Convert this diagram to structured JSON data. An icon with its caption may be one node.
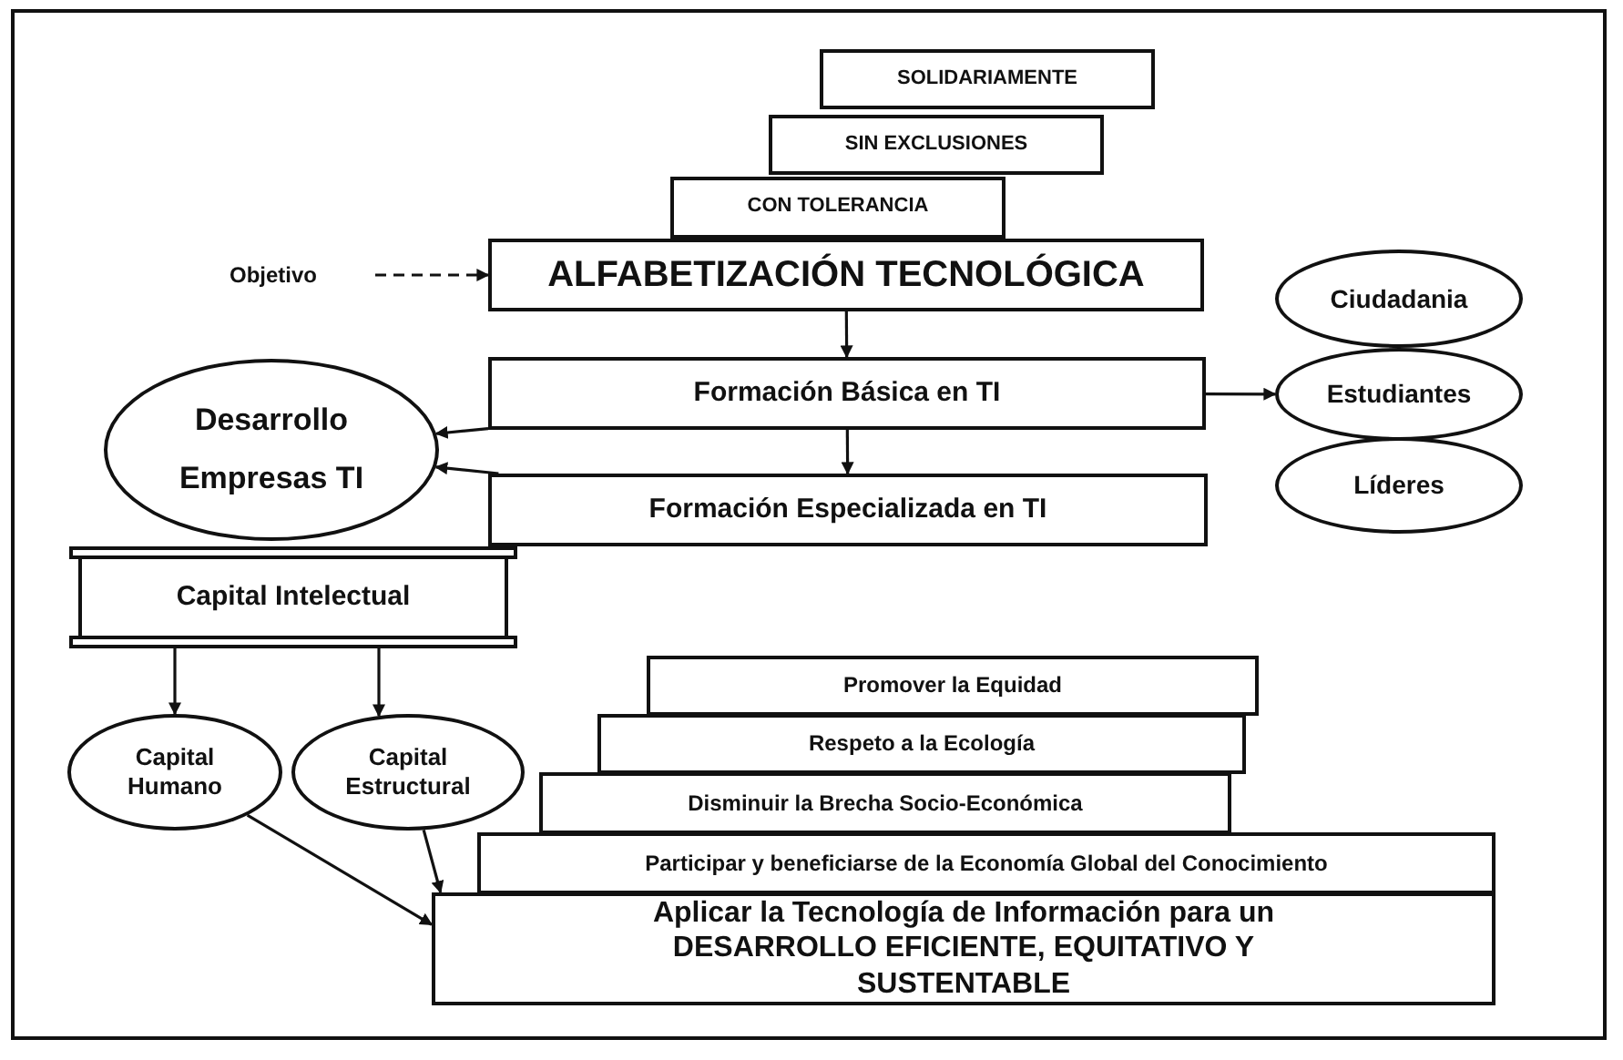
{
  "diagram": {
    "nodes": [
      {
        "text": [
          "SOLIDARIAMENTE"
        ]
      },
      {
        "text": [
          "SIN EXCLUSIONES"
        ]
      },
      {
        "text": [
          "CON TOLERANCIA"
        ]
      },
      {
        "text": [
          "Objetivo"
        ]
      },
      {
        "text": [
          "ALFABETIZACIÓN TECNOLÓGICA"
        ]
      },
      {
        "text": [
          "Ciudadania"
        ]
      },
      {
        "text": [
          "Formación Básica en TI"
        ]
      },
      {
        "text": [
          "Desarrollo Empresas TI"
        ]
      },
      {
        "text": [
          "Estudiantes"
        ]
      },
      {
        "text": [
          "Formación Especializada en TI"
        ]
      },
      {
        "text": [
          "Líderes"
        ]
      },
      {
        "text": [
          "Capital Intelectual"
        ]
      },
      {
        "text": [
          "Capital Humano"
        ]
      },
      {
        "text": [
          "Capital Estructural"
        ]
      },
      {
        "text": [
          "Promover la Equidad"
        ]
      },
      {
        "text": [
          "Respeto a la Ecología"
        ]
      },
      {
        "text": [
          "Disminuir la Brecha Socio-Económica"
        ]
      },
      {
        "text": [
          "Participar y beneficiarse de la Economía Global del Conocimiento"
        ]
      },
      {
        "text": [
          "Aplicar la Tecnología de Información para un DESARROLLO EFICIENTE, EQUITATIVO Y SUSTENTABLE"
        ]
      }
    ],
    "edges": [
      {
        "from": 3,
        "to": 4,
        "arrow": "to",
        "style": "dashed"
      },
      {
        "from": 4,
        "to": 6,
        "arrow": "to"
      },
      {
        "from": 6,
        "to": 9,
        "arrow": "to"
      },
      {
        "from": 6,
        "to": 8,
        "arrow": "to"
      },
      {
        "from": 6,
        "to": 7,
        "arrow": "to"
      },
      {
        "from": 9,
        "to": 7,
        "arrow": "to"
      },
      {
        "from": 11,
        "to": 12,
        "arrow": "to"
      },
      {
        "from": 11,
        "to": 13,
        "arrow": "to"
      },
      {
        "from": 12,
        "to": 18,
        "arrow": "to"
      },
      {
        "from": 13,
        "to": 18,
        "arrow": "to"
      }
    ]
  }
}
